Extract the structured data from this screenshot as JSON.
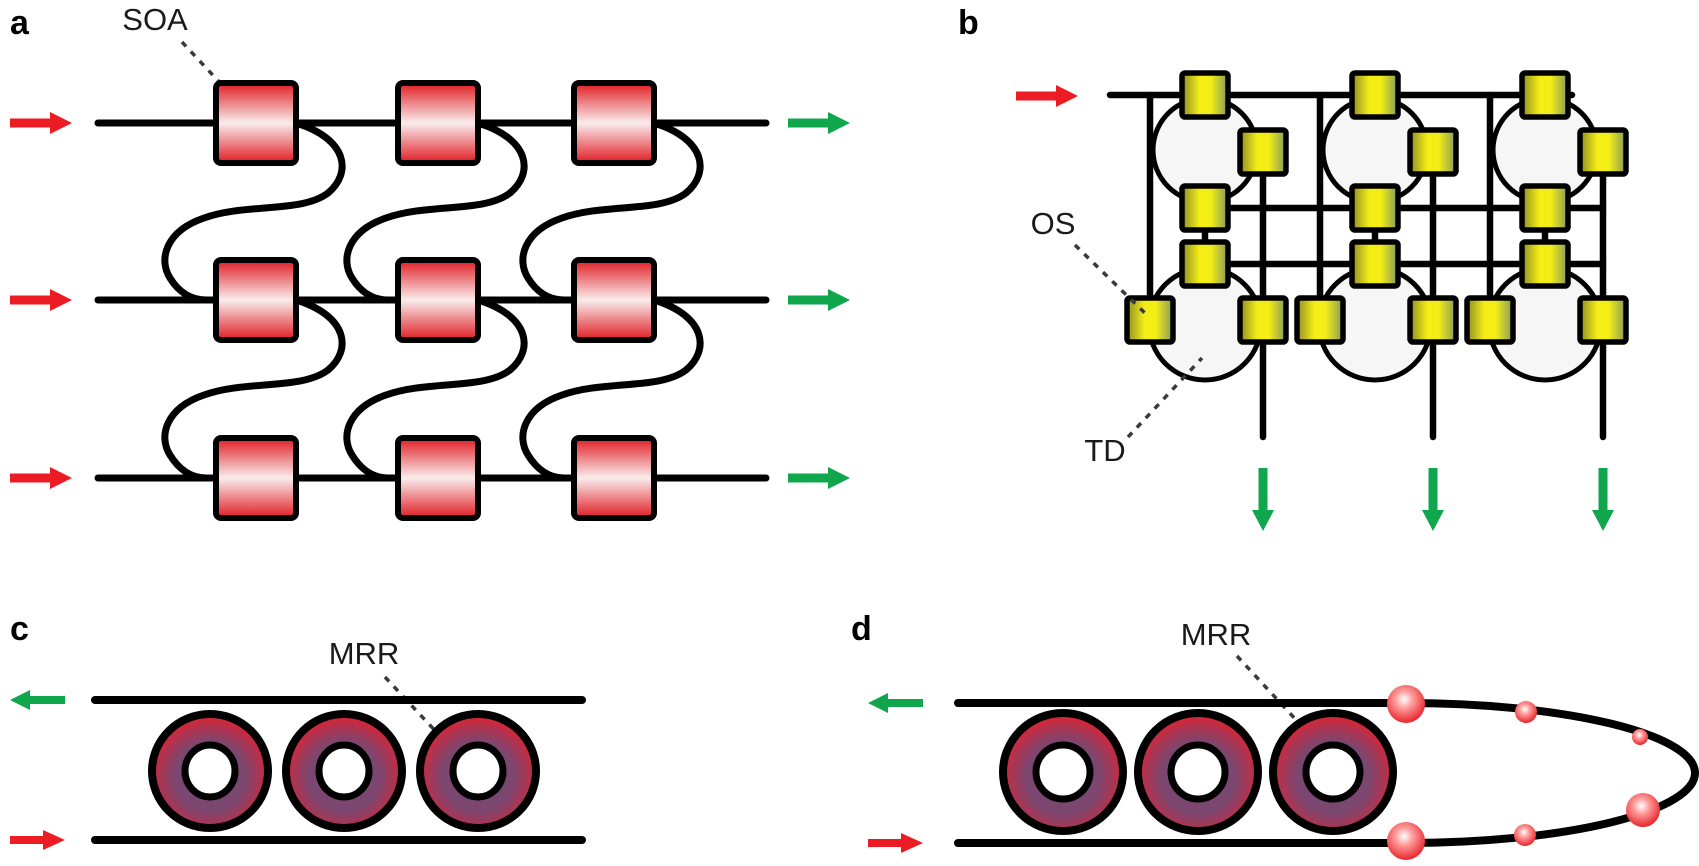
{
  "figure": {
    "background": "#ffffff",
    "panels": [
      {
        "id": "a",
        "label": "a",
        "annotations": [
          {
            "text": "SOA"
          }
        ]
      },
      {
        "id": "b",
        "label": "b",
        "annotations": [
          {
            "text": "OS"
          },
          {
            "text": "TD"
          }
        ]
      },
      {
        "id": "c",
        "label": "c",
        "annotations": [
          {
            "text": "MRR"
          }
        ]
      },
      {
        "id": "d",
        "label": "d",
        "annotations": [
          {
            "text": "MRR"
          }
        ]
      }
    ],
    "colors": {
      "input_arrow_red": "#ec1c24",
      "output_arrow_green": "#0fa64c",
      "waveguide_black": "#000000",
      "soa_red": "#e01b22",
      "soa_highlight": "#f9eded",
      "os_dark_olive": "#8f8d26",
      "os_yellow": "#f4ee16",
      "os_sage": "#87995a",
      "td_circle_fill": "#f6f6f6",
      "mrr_red": "#e8202a",
      "mrr_mid": "#b03350",
      "mrr_purple": "#7b4770",
      "sphere_white": "#ffffff",
      "sphere_light": "#ff9d9d",
      "pulse_sphere_red": "#e61c23"
    }
  }
}
